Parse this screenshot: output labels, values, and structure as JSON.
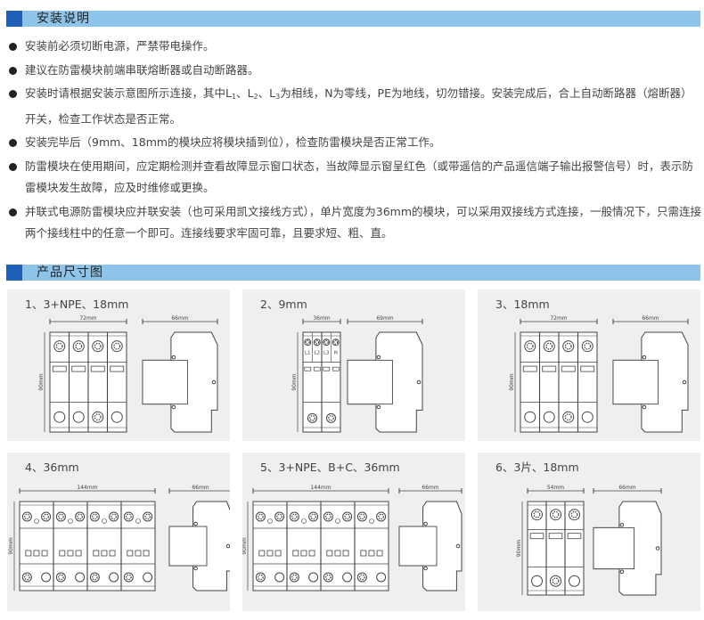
{
  "section1": {
    "title": "安装说明"
  },
  "bullets": [
    {
      "text": "安装前必须切断电源，严禁带电操作。"
    },
    {
      "text": "建议在防雷模块前端串联熔断器或自动断路器。"
    },
    {
      "parts": [
        "安装时请根据安装示意图所示连接，其中L",
        "1",
        "、L",
        "2",
        "、L",
        "3",
        "为相线，N为零线，PE为地线，切勿错接。安装完成后，合上自动断路器（熔断器）开关，检查工作状态是否正常。"
      ]
    },
    {
      "text": "安装完毕后（9mm、18mm的模块应将模块插到位），检查防雷模块是否正常工作。"
    },
    {
      "text": "防雷模块在使用期间，应定期检测并查看故障显示窗口状态，当故障显示窗呈红色（或带遥信的产品遥信端子输出报警信号）时，表示防雷模块发生故障，应及时维修或更换。"
    },
    {
      "text": "并联式电源防雷模块应并联安装（也可采用凯文接线方式），单片宽度为36mm的模块，可以采用双接线方式连接，一般情况下，只需连接两个接线柱中的任意一个即可。连接线要求牢固可靠，且要求短、粗、直。"
    }
  ],
  "section2": {
    "title": "产品尺寸图"
  },
  "colors": {
    "header_bar": "#8ec4ea",
    "header_square": "#1f5fb8",
    "panel_bg": "#efefef",
    "line": "#444444"
  },
  "panels": [
    {
      "title": "1、3+NPE、18mm",
      "width_label": "72mm",
      "height_label": "90mm",
      "side_label": "66mm",
      "modules": 4,
      "style": "single"
    },
    {
      "title": "2、9mm",
      "width_label": "36mm",
      "height_label": "90mm",
      "side_label": "69mm",
      "modules": 4,
      "style": "narrow",
      "terminal_labels": [
        "L1",
        "L2",
        "L3",
        "N"
      ]
    },
    {
      "title": "3、18mm",
      "width_label": "72mm",
      "height_label": "90mm",
      "side_label": "66mm",
      "modules": 4,
      "style": "single"
    },
    {
      "title": "4、36mm",
      "width_label": "144mm",
      "height_label": "90mm",
      "side_label": "66mm",
      "modules": 4,
      "style": "double"
    },
    {
      "title": "5、3+NPE、B+C、36mm",
      "width_label": "144mm",
      "height_label": "90mm",
      "side_label": "66mm",
      "modules": 4,
      "style": "double"
    },
    {
      "title": "6、3片、18mm",
      "width_label": "54mm",
      "height_label": "90mm",
      "side_label": "66mm",
      "modules": 3,
      "style": "single"
    }
  ]
}
